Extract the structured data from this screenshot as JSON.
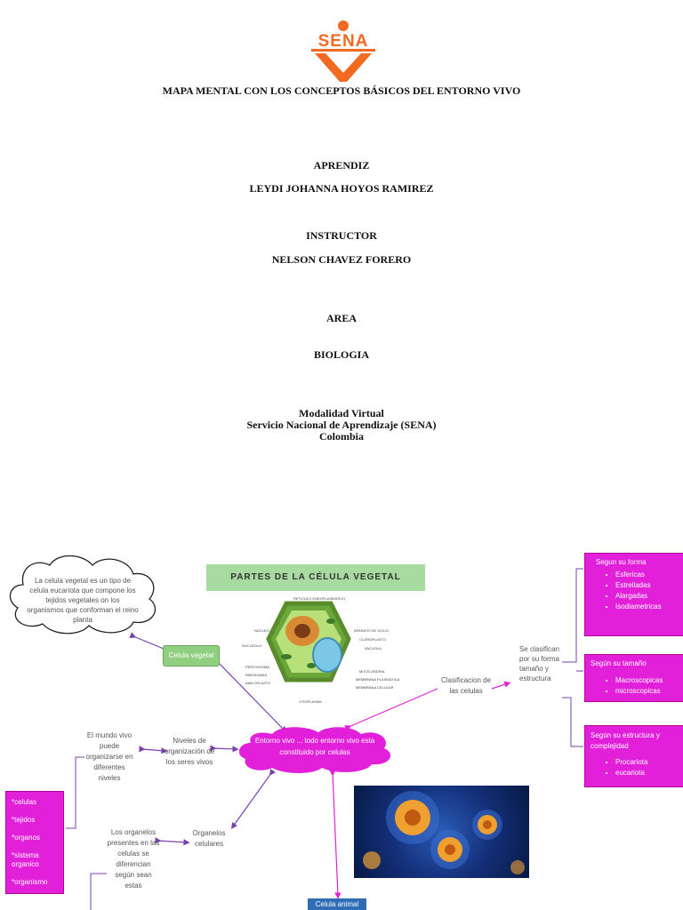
{
  "logo": {
    "text": "SENA",
    "color": "#f26a21"
  },
  "title": "MAPA MENTAL CON LOS CONCEPTOS BÁSICOS DEL ENTORNO VIVO",
  "aprendiz": {
    "label": "APRENDIZ",
    "name": "LEYDI JOHANNA HOYOS RAMIREZ"
  },
  "instructor": {
    "label": "INSTRUCTOR",
    "name": "NELSON CHAVEZ FORERO"
  },
  "area": {
    "label": "AREA",
    "value": "BIOLOGIA"
  },
  "footer": {
    "line1": "Modalidad Virtual",
    "line2": "Servicio Nacional de Aprendizaje (SENA)",
    "line3": "Colombia"
  },
  "map": {
    "cloud_text": "La celula vegetal es un tipo de celula eucariota que compone los tejidos vegetales on los organismos que conforman el reino planta",
    "cell_banner": "PARTES DE LA CÉLULA VEGETAL",
    "cell_labels": {
      "reticulo": "RETICULO ENDOPLASMATICO",
      "nucleo": "NÚCLEO",
      "nucleolo": "NUCLEOLO",
      "peroxisoma": "PEROXISOMA",
      "ribosomas": "RIBOSOMAS",
      "amiloplasto": "AMILOPLASTO",
      "golgi": "APARATO DE GOLGI",
      "cloroplasto": "CLOROPLASTO",
      "vacuola": "VACUOLA",
      "mitocondria": "MITOCONDRIA",
      "membrana_plasmatica": "MEMBRANA PLASMÁTICA",
      "membrana_celular": "MEMBRANA CELULAR",
      "citoplasma": "CITOPLASMA"
    },
    "celula_vegetal": "Celula vegetal",
    "celula_animal": "Celula animal",
    "entorno": "Entorno vivo ... todo entorno vivo esta constituido por celulas",
    "clasificacion": "Clasificacion de las celulas",
    "se_clasifican": "Se clasifican por su forma tamaño y estructura",
    "mundo_vivo": "El mundo vivo puede organizarse en diferentes niveles",
    "niveles": "Niveles de organización de los seres vivos",
    "organelos": "Organelos celulares",
    "organelos_desc": "Los organelos presentes en las celulas se diferencian según sean estas",
    "niveles_list": [
      "*celulas",
      "*tejidos",
      "*organos",
      "*sistema organico",
      "*organismo"
    ],
    "forma": {
      "title": "Segun su forma",
      "items": [
        "Esfericas",
        "Estrelladas",
        "Alargadas",
        "Isodiametricas"
      ]
    },
    "tamano": {
      "title": "Según su tamaño",
      "items": [
        "Macroscopicas",
        "microscopicas"
      ]
    },
    "estructura": {
      "title": "Según su estructura y complejidad",
      "items": [
        "Procariota",
        "eucariota"
      ]
    },
    "colors": {
      "magenta": "#e21fd9",
      "purple": "#7b3fb0",
      "green_box": "#8fcf7f",
      "banner": "#a8dba0",
      "blue_label": "#2f6db5"
    }
  }
}
